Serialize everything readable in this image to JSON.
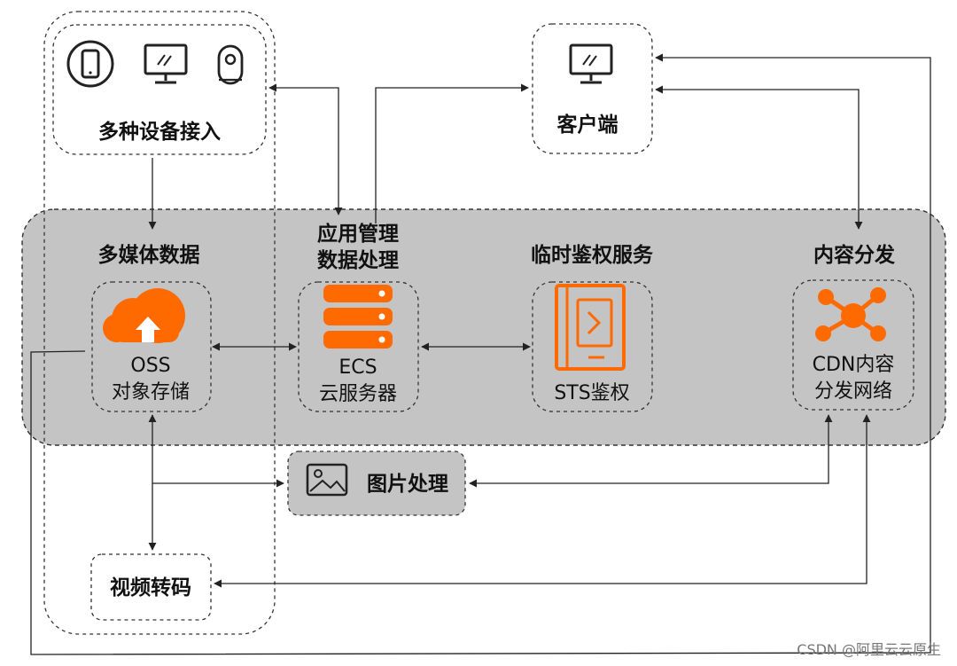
{
  "colors": {
    "accent": "#ff6a00",
    "band_fill": "#c4c4c4",
    "line": "#222222",
    "page": "#ffffff"
  },
  "nodes": {
    "devices": {
      "label": "多种设备接入",
      "icons": [
        "phone-icon",
        "monitor-icon",
        "camera-icon"
      ]
    },
    "client": {
      "label": "客户端",
      "icon": "monitor-icon"
    },
    "oss": {
      "heading": "多媒体数据",
      "line1": "OSS",
      "line2": "对象存储",
      "icon": "cloud-upload-icon"
    },
    "ecs": {
      "heading1": "应用管理",
      "heading2": "数据处理",
      "line1": "ECS",
      "line2": "云服务器",
      "icon": "server-stack-icon"
    },
    "sts": {
      "heading": "临时鉴权服务",
      "line1": "STS鉴权",
      "icon": "tablet-auth-icon"
    },
    "cdn": {
      "heading": "内容分发",
      "line1": "CDN内容",
      "line2": "分发网络",
      "icon": "network-hub-icon"
    },
    "image_processing": {
      "label": "图片处理",
      "icon": "image-icon"
    },
    "video_transcode": {
      "label": "视频转码"
    }
  },
  "watermark": "CSDN @阿里云云原生"
}
